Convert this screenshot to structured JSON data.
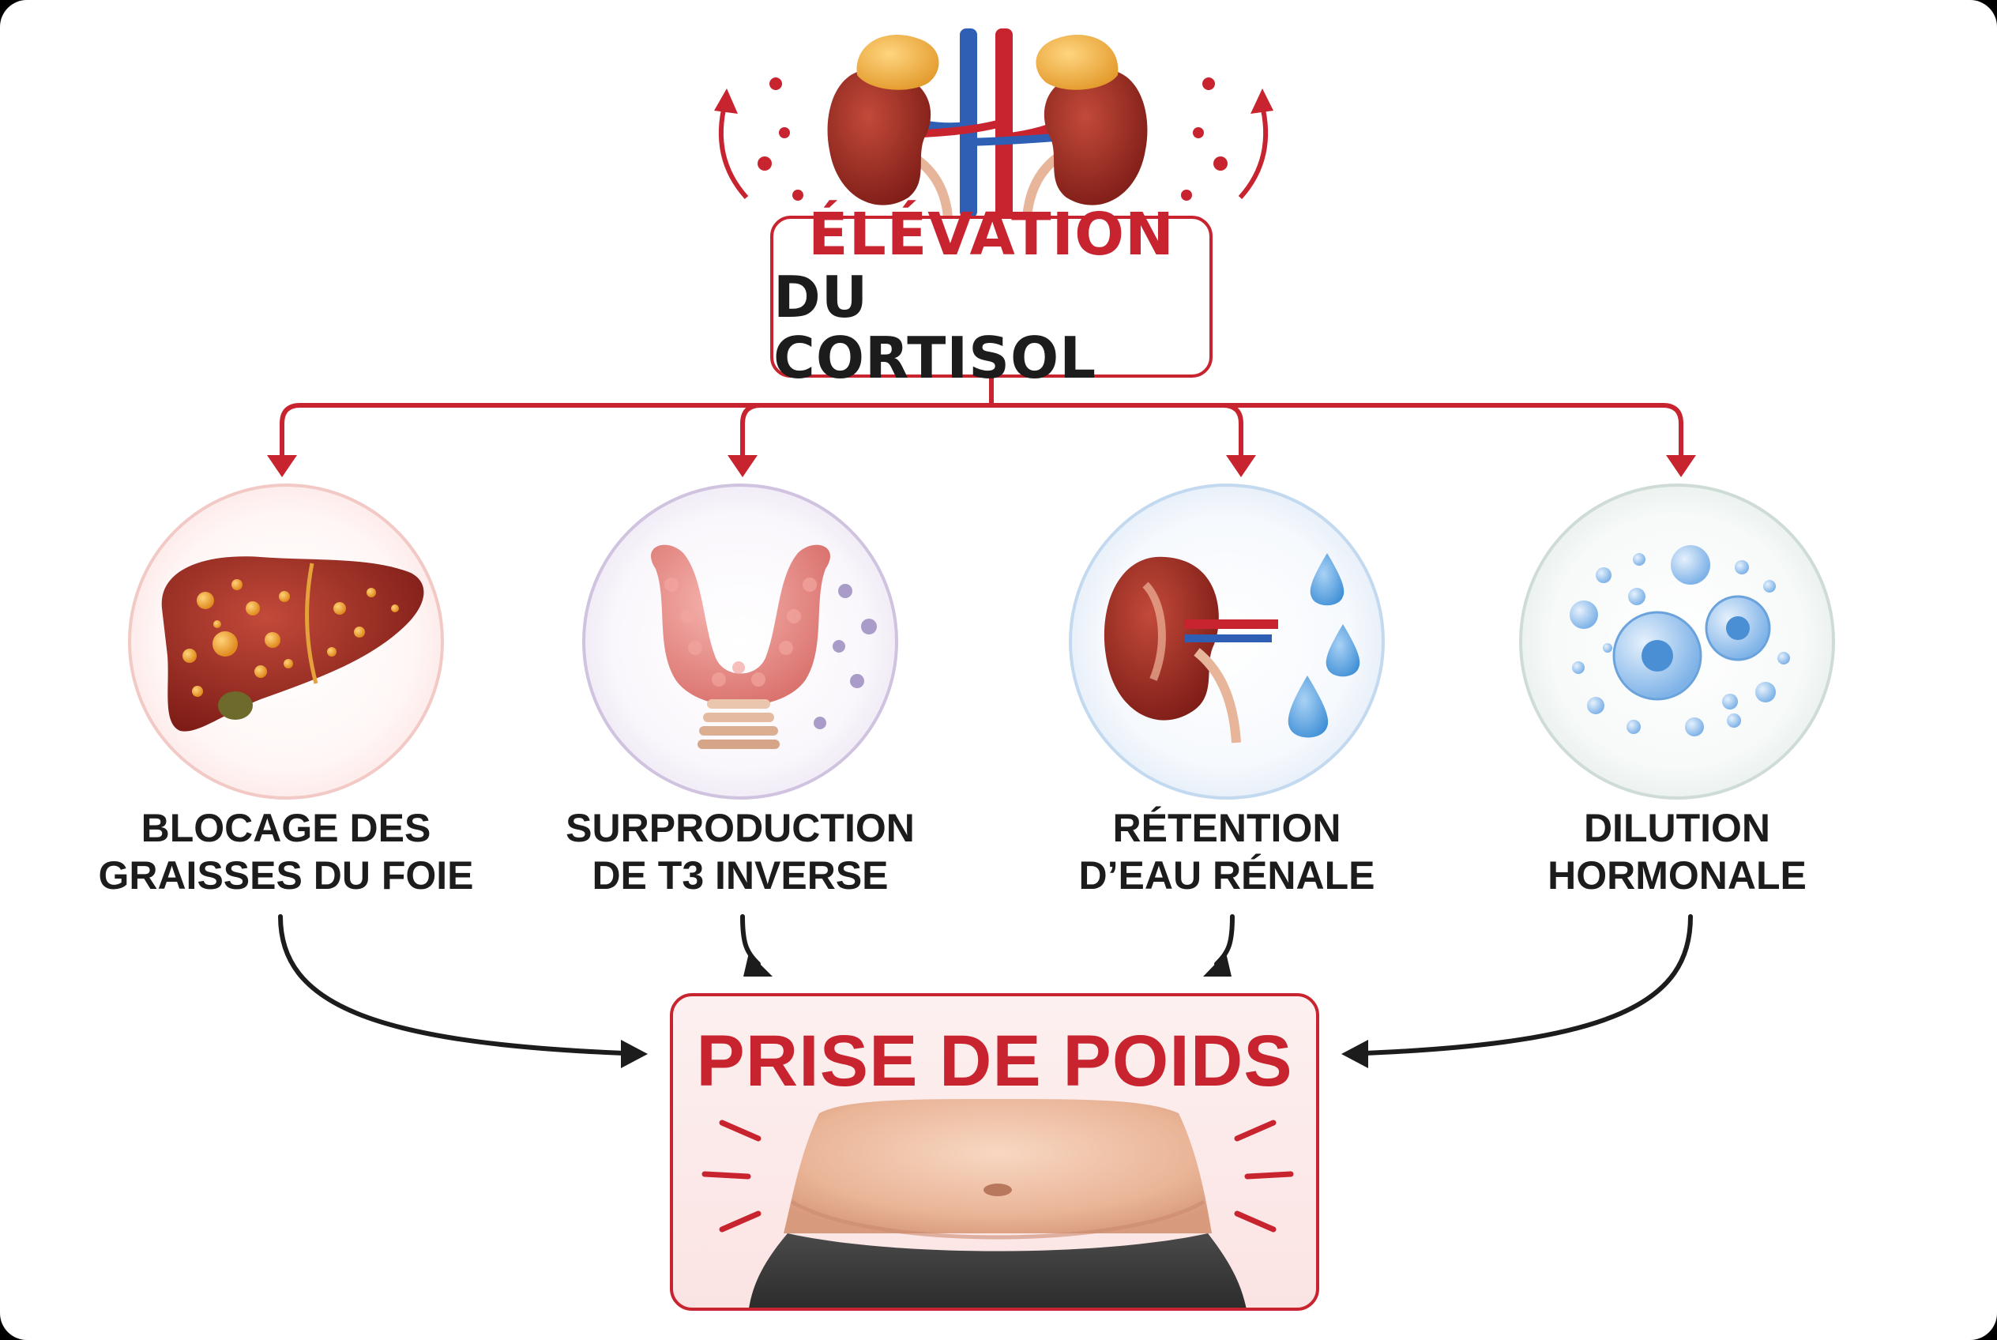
{
  "source": {
    "line1": "ÉLÉVATION",
    "line2": "DU CORTISOL"
  },
  "effects": [
    {
      "line1": "BLOCAGE DES",
      "line2": "GRAISSES DU FOIE",
      "icon": "liver-icon"
    },
    {
      "line1": "SURPRODUCTION",
      "line2": "DE T3 INVERSE",
      "icon": "thyroid-icon"
    },
    {
      "line1": "RÉTENTION",
      "line2": "D’EAU RÉNALE",
      "icon": "kidney-water-icon"
    },
    {
      "line1": "DILUTION",
      "line2": "HORMONALE",
      "icon": "hormone-cells-icon"
    }
  ],
  "outcome": {
    "title": "PRISE DE POIDS",
    "icon": "belly-icon"
  },
  "colors": {
    "accent_red": "#c8242f",
    "arrow_dark": "#1c1c1c",
    "liver_ring": "#f2c9c4",
    "thyroid_ring": "#cfc3e0",
    "kidney_ring": "#c3d9ef",
    "cells_ring": "#cfdcd6"
  }
}
